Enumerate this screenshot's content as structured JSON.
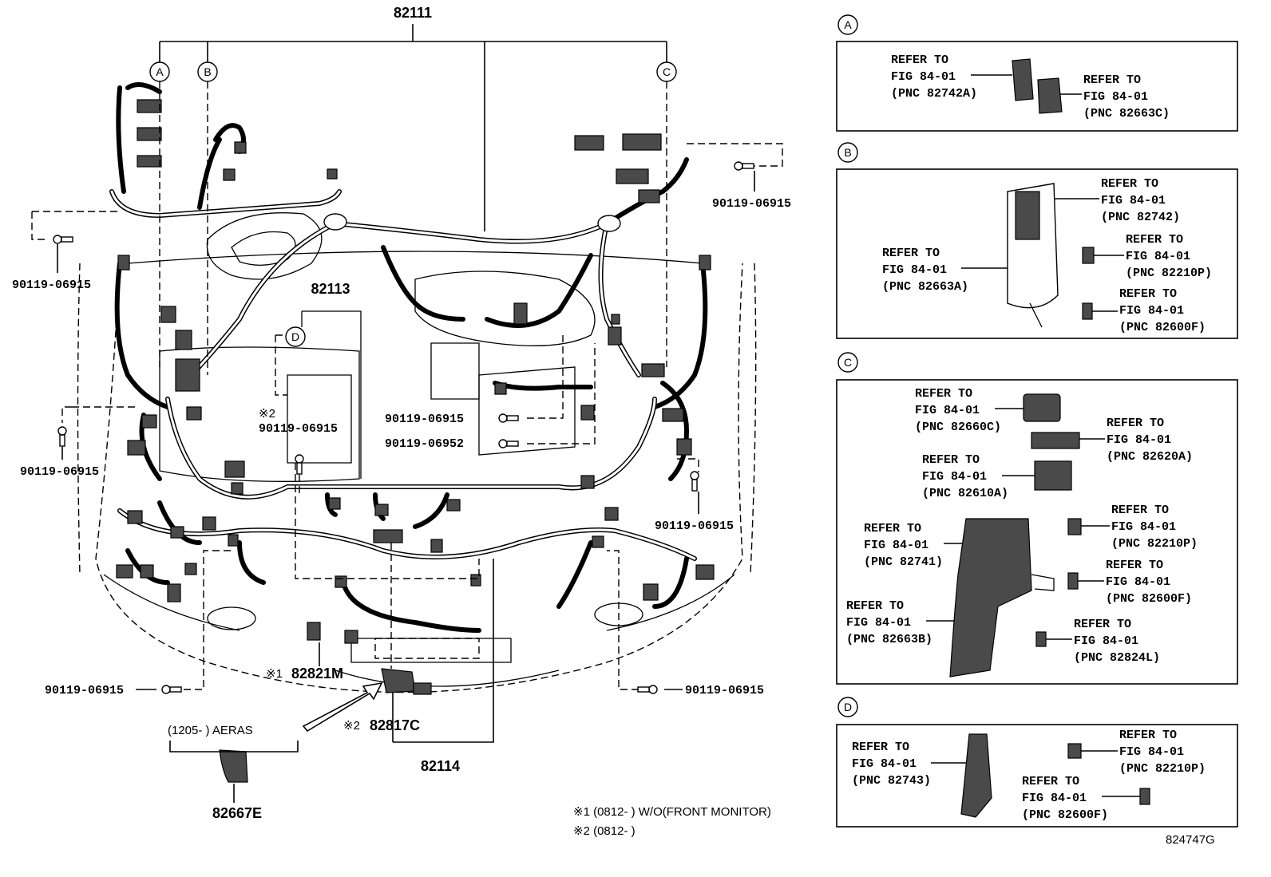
{
  "callouts": {
    "main_harness": "82111",
    "sub_82113": "82113",
    "sub_82114": "82114",
    "part_82821M": "82821M",
    "part_82817C": "82817C",
    "part_82667E": "82667E",
    "bolt_left_top": "90119-06915",
    "bolt_left_mid": "90119-06915",
    "bolt_center_a": "90119-06915",
    "bolt_center_b": "90119-06952",
    "bolt_center_c": "90119-06915",
    "bolt_right_top": "90119-06915",
    "bolt_right_mid": "90119-06915",
    "bolt_bottom_left": "90119-06915",
    "bolt_bottom_right": "90119-06915",
    "mark1": "※1",
    "mark2": "※2",
    "mark2b": "※2",
    "aeras_note": "(1205-      ) AERAS"
  },
  "letters": {
    "a": "A",
    "b": "B",
    "c": "C",
    "d": "D"
  },
  "panels": {
    "A": [
      {
        "l1": "REFER TO",
        "l2": "FIG 84-01",
        "l3": "(PNC 82742A)"
      },
      {
        "l1": "REFER TO",
        "l2": "FIG 84-01",
        "l3": "(PNC 82663C)"
      }
    ],
    "B": [
      {
        "l1": "REFER TO",
        "l2": "FIG 84-01",
        "l3": "(PNC 82742)"
      },
      {
        "l1": "REFER TO",
        "l2": "FIG 84-01",
        "l3": "(PNC 82663A)"
      },
      {
        "l1": "REFER TO",
        "l2": "FIG 84-01",
        "l3": "(PNC 82210P)"
      },
      {
        "l1": "REFER TO",
        "l2": "FIG 84-01",
        "l3": "(PNC 82600F)"
      }
    ],
    "C": [
      {
        "l1": "REFER TO",
        "l2": "FIG 84-01",
        "l3": "(PNC 82660C)"
      },
      {
        "l1": "REFER TO",
        "l2": "FIG 84-01",
        "l3": "(PNC 82620A)"
      },
      {
        "l1": "REFER TO",
        "l2": "FIG 84-01",
        "l3": "(PNC 82610A)"
      },
      {
        "l1": "REFER TO",
        "l2": "FIG 84-01",
        "l3": "(PNC 82210P)"
      },
      {
        "l1": "REFER TO",
        "l2": "FIG 84-01",
        "l3": "(PNC 82741)"
      },
      {
        "l1": "REFER TO",
        "l2": "FIG 84-01",
        "l3": "(PNC 82600F)"
      },
      {
        "l1": "REFER TO",
        "l2": "FIG 84-01",
        "l3": "(PNC 82663B)"
      },
      {
        "l1": "REFER TO",
        "l2": "FIG 84-01",
        "l3": "(PNC 82824L)"
      }
    ],
    "D": [
      {
        "l1": "REFER TO",
        "l2": "FIG 84-01",
        "l3": "(PNC 82743)"
      },
      {
        "l1": "REFER TO",
        "l2": "FIG 84-01",
        "l3": "(PNC 82210P)"
      },
      {
        "l1": "REFER TO",
        "l2": "FIG 84-01",
        "l3": "(PNC 82600F)"
      }
    ]
  },
  "footnotes": {
    "note1": "※1 (0812-      ) W/O(FRONT MONITOR)",
    "note2": "※2 (0812-      )"
  },
  "figure_id": "824747G"
}
